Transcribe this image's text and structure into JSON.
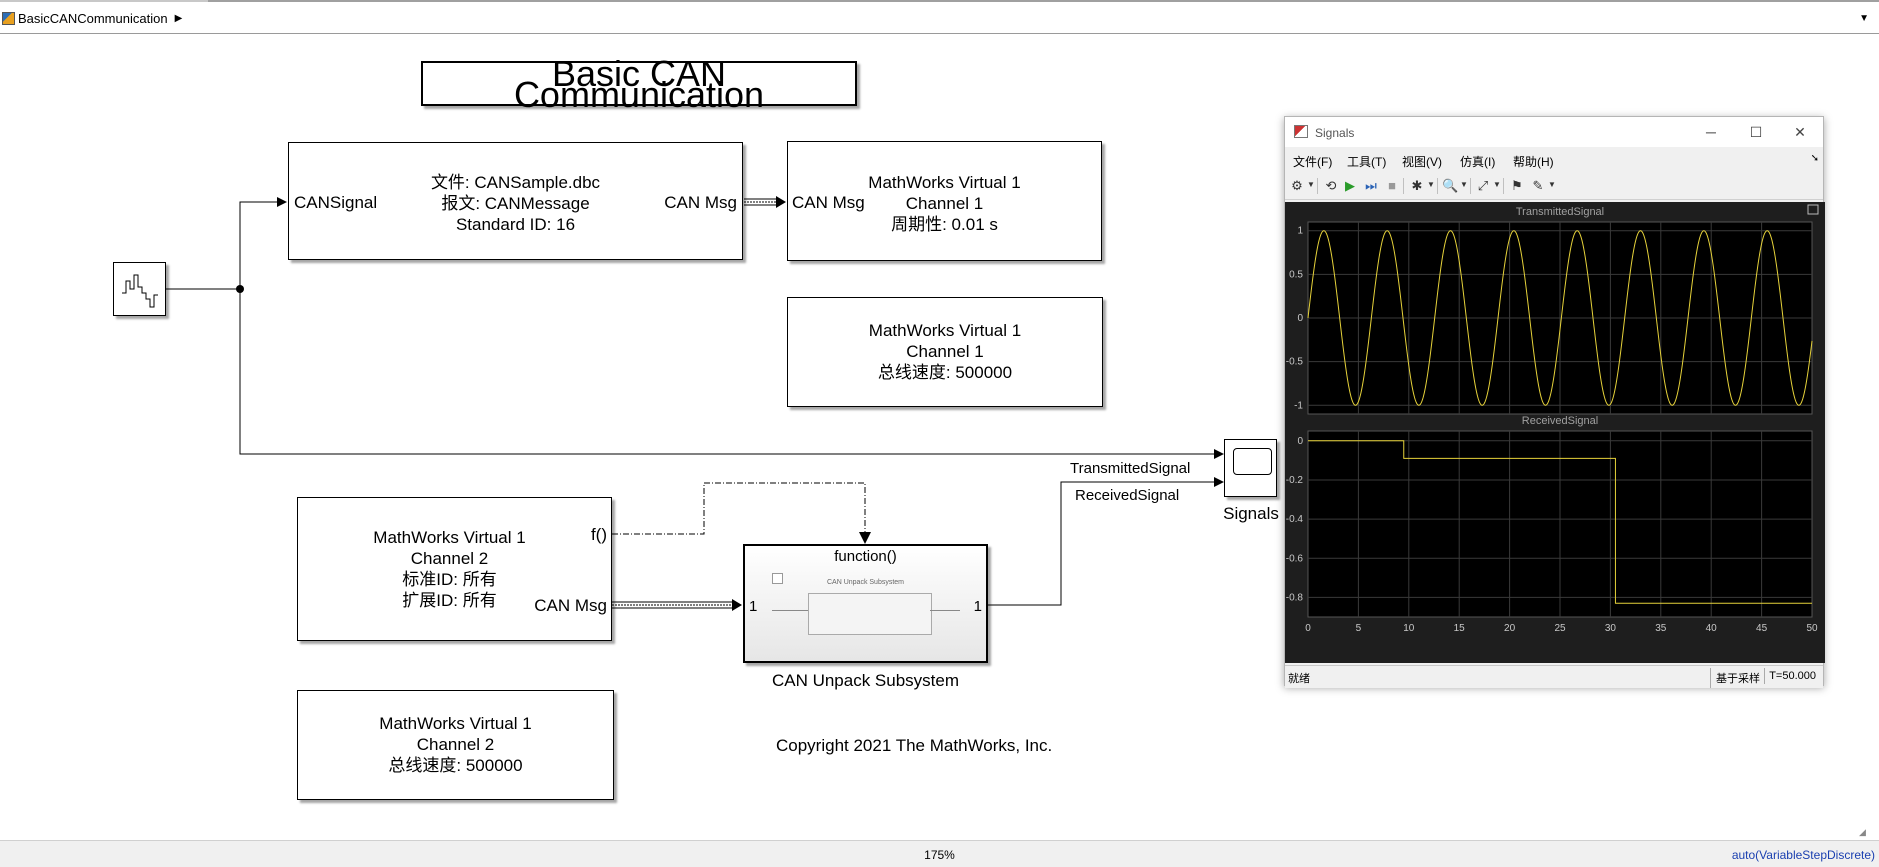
{
  "window": {
    "breadcrumb": "BasicCANCommunication",
    "zoom": "175%",
    "solver": "auto(VariableStepDiscrete)"
  },
  "canvas": {
    "title": "Basic CAN Communication",
    "copyright": "Copyright 2021 The MathWorks, Inc."
  },
  "blocks": {
    "can_pack": {
      "in_port": "CANSignal",
      "out_port": "CAN Msg",
      "lines": [
        "文件: CANSample.dbc",
        "报文: CANMessage",
        "Standard ID: 16"
      ]
    },
    "can_transmit": {
      "in_port": "CAN Msg",
      "lines": [
        "MathWorks Virtual 1",
        "Channel 1",
        "周期性: 0.01 s"
      ]
    },
    "can_config_1": {
      "lines": [
        "MathWorks Virtual 1",
        "Channel 1",
        "总线速度: 500000"
      ]
    },
    "can_receive": {
      "trigger_port": "f()",
      "out_port": "CAN Msg",
      "lines": [
        "MathWorks Virtual 1",
        "Channel 2",
        "标准ID: 所有",
        "扩展ID: 所有"
      ]
    },
    "can_config_2": {
      "lines": [
        "MathWorks Virtual 1",
        "Channel 2",
        "总线速度: 500000"
      ]
    },
    "unpack_subsystem": {
      "trigger_label": "function()",
      "inner_label": "CAN Unpack Subsystem",
      "in_port": "1",
      "out_port": "1",
      "name": "CAN Unpack Subsystem"
    },
    "scope": {
      "name": "Signals",
      "in_label_1": "TransmittedSignal",
      "in_label_2": "ReceivedSignal"
    }
  },
  "scope_window": {
    "title": "Signals",
    "menus": [
      "文件(F)",
      "工具(T)",
      "视图(V)",
      "仿真(I)",
      "帮助(H)"
    ],
    "status_left": "就绪",
    "status_mode": "基于采样",
    "status_time": "T=50.000",
    "colors": {
      "background": "#000000",
      "grid": "#3a3a3a",
      "trace": "#e6d23a",
      "axis_text": "#c8c8c8",
      "title_text": "#a0a0a0"
    }
  },
  "chart_data": [
    {
      "type": "line",
      "title": "TransmittedSignal",
      "xlim": [
        0,
        50
      ],
      "ylim": [
        -1.1,
        1.1
      ],
      "yticks": [
        "1",
        "0.5",
        "0",
        "-0.5",
        "-1"
      ],
      "ytick_values": [
        1,
        0.5,
        0,
        -0.5,
        -1
      ],
      "xticks": [],
      "grid": true,
      "series": [
        {
          "function": "sin",
          "amplitude": 1,
          "period": 6.2832,
          "x_start": 0,
          "x_end": 50
        }
      ]
    },
    {
      "type": "line",
      "title": "ReceivedSignal",
      "xlim": [
        0,
        50
      ],
      "ylim": [
        -0.9,
        0.05
      ],
      "yticks": [
        "0",
        "-0.2",
        "-0.4",
        "-0.6",
        "-0.8"
      ],
      "ytick_values": [
        0,
        -0.2,
        -0.4,
        -0.6,
        -0.8
      ],
      "xticks": [
        "0",
        "5",
        "10",
        "15",
        "20",
        "25",
        "30",
        "35",
        "40",
        "45",
        "50"
      ],
      "xtick_values": [
        0,
        5,
        10,
        15,
        20,
        25,
        30,
        35,
        40,
        45,
        50
      ],
      "grid": true,
      "series": [
        {
          "x": [
            0,
            9.5,
            9.5,
            30.5,
            30.5,
            50
          ],
          "y": [
            0,
            0,
            -0.09,
            -0.09,
            -0.83,
            -0.83
          ]
        }
      ]
    }
  ]
}
